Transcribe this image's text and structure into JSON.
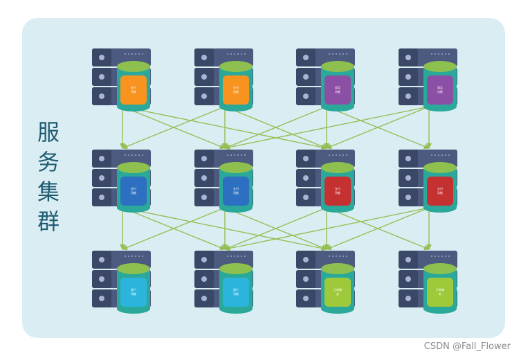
{
  "title_chars": [
    "服",
    "务",
    "集",
    "群"
  ],
  "watermark": "CSDN @Fall_Flower",
  "colors": {
    "panel": "#daedf3",
    "server_body": "#4b5a7e",
    "server_dark": "#3a4766",
    "db_green": "#8dc04f",
    "db_teal": "#2aa99b",
    "arrow": "#93bf52"
  },
  "rows": [
    {
      "nodes": [
        {
          "label": [
            "支付",
            "功能"
          ],
          "color": "#f7931e"
        },
        {
          "label": [
            "支付",
            "功能"
          ],
          "color": "#f7931e"
        },
        {
          "label": [
            "商品",
            "功能"
          ],
          "color": "#8b4fa5"
        },
        {
          "label": [
            "商品",
            "功能"
          ],
          "color": "#8b4fa5"
        }
      ]
    },
    {
      "nodes": [
        {
          "label": [
            "支付",
            "功能"
          ],
          "color": "#2d6fc0"
        },
        {
          "label": [
            "支付",
            "功能"
          ],
          "color": "#2d6fc0"
        },
        {
          "label": [
            "支付",
            "功能"
          ],
          "color": "#c53030"
        },
        {
          "label": [
            "支付",
            "功能"
          ],
          "color": "#c53030"
        }
      ]
    },
    {
      "nodes": [
        {
          "label": [
            "用户",
            "功能"
          ],
          "color": "#2bb5dc"
        },
        {
          "label": [
            "用户",
            "功能"
          ],
          "color": "#2bb5dc"
        },
        {
          "label": [
            "订单服",
            "务"
          ],
          "color": "#9ec93a"
        },
        {
          "label": [
            "订单服",
            "务"
          ],
          "color": "#9ec93a"
        }
      ]
    }
  ]
}
